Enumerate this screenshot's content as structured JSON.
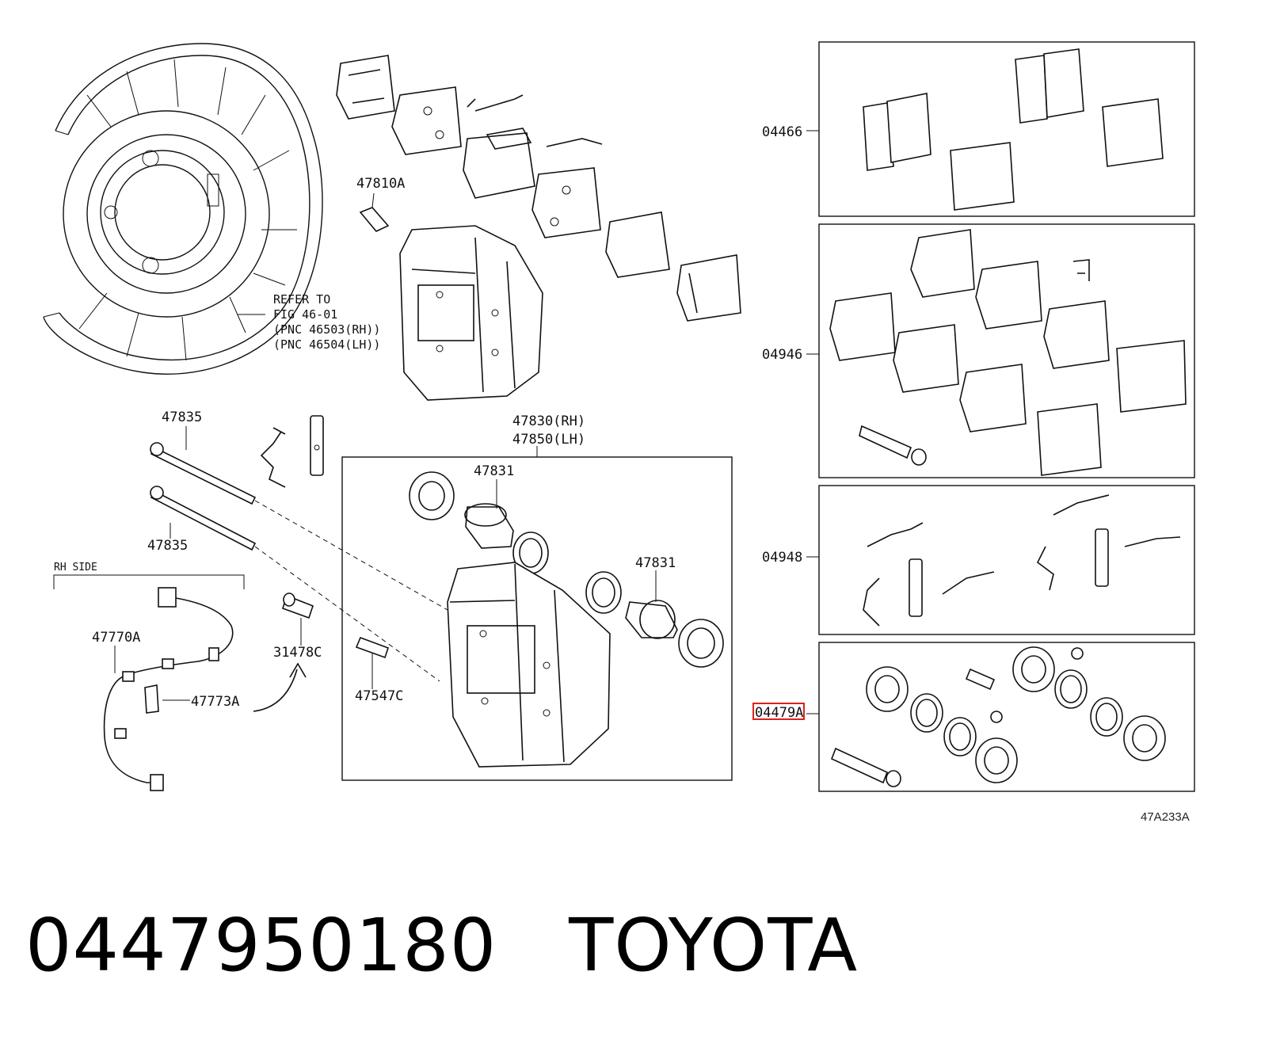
{
  "labels": {
    "kit_04466": "04466",
    "kit_04946": "04946",
    "kit_04948": "04948",
    "kit_04479a": "04479A",
    "bolt_47810a": "47810A",
    "refer_line1": "REFER TO",
    "refer_line2": "FIG 46-01",
    "refer_line3": "(PNC 46503(RH))",
    "refer_line4": "(PNC 46504(LH))",
    "pin_47835_top": "47835",
    "pin_47835_bottom": "47835",
    "caliper_rh": "47830(RH)",
    "caliper_lh": "47850(LH)",
    "piston_top": "47831",
    "piston_right": "47831",
    "rh_side": "RH SIDE",
    "sensor_47770a": "47770A",
    "clip_47773a": "47773A",
    "cap_31478c": "31478C",
    "bleeder_47547c": "47547C",
    "figure_code": "47A233A"
  },
  "highlight": {
    "label": "04479A",
    "color": "#e0201c"
  },
  "caption": {
    "part_number": "0447950180",
    "brand": "TOYOTA"
  }
}
